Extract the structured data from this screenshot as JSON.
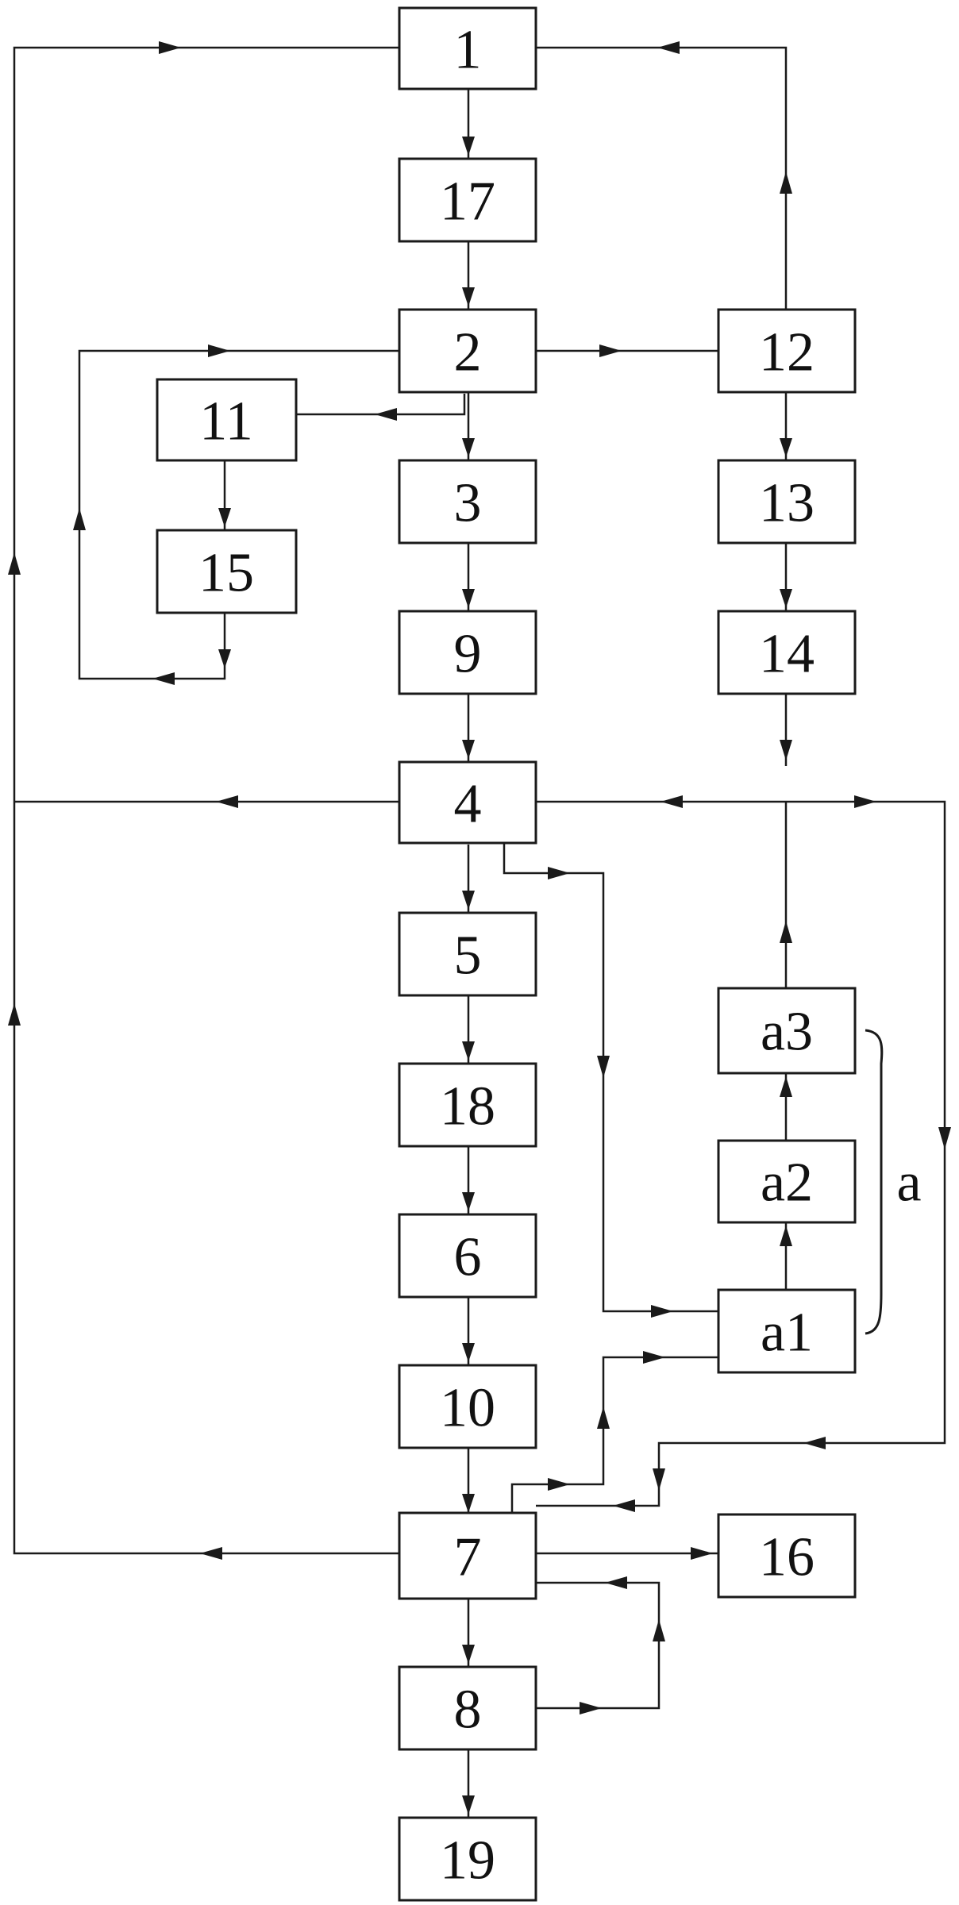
{
  "diagram": {
    "boxes": {
      "b1": "1",
      "b17": "17",
      "b2": "2",
      "b11": "11",
      "b3": "3",
      "b15": "15",
      "b9": "9",
      "b12": "12",
      "b13": "13",
      "b14": "14",
      "b4": "4",
      "b5": "5",
      "b18": "18",
      "b6": "6",
      "b10": "10",
      "b7": "7",
      "b8": "8",
      "b19": "19",
      "b16": "16",
      "ba1": "a1",
      "ba2": "a2",
      "ba3": "a3"
    },
    "group_label": "a"
  }
}
